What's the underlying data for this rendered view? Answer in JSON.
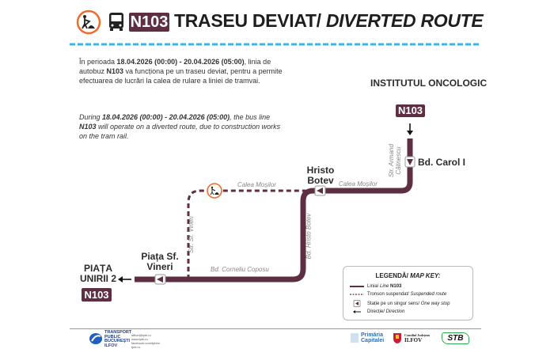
{
  "header": {
    "line": "N103",
    "title_ro": "TRASEU DEVIAT/",
    "title_en": "DIVERTED ROUTE"
  },
  "notice": {
    "ro": [
      "În perioada ",
      "18.04.2026 (00:00) - 20.04.2026 (05:00)",
      ", linia de autobuz ",
      "N103",
      " va funcționa pe un traseu deviat, pentru a permite efectuarea de lucrări la calea de rulare a liniei de tramvai."
    ],
    "en": [
      "During ",
      "18.04.2026 (00:00) - 20.04.2026 (05:00)",
      ", the bus line ",
      "N103",
      " will operate on a diverted route, due to construction works on the tram rail."
    ]
  },
  "map": {
    "terminus_start": {
      "name": "INSTITUTUL ONCOLOGIC",
      "line": "N103"
    },
    "terminus_end": {
      "name": "PIAȚA UNIRII 2",
      "line": "N103"
    },
    "stops": [
      "Bd. Carol I",
      "Hristo Botev",
      "Piața Sf. Vineri"
    ],
    "streets": {
      "calea_mosilor": "Calea Moșilor",
      "coposu": "Bd. Corneliu Coposu",
      "sf_vineri": "Str. Sf. Vineri",
      "hristo_botev": "Bd. Hristo Botev",
      "armand_1": "Str. Armand",
      "armand_2": "Călinescu"
    },
    "colors": {
      "route": "#5e2f43",
      "work": "#ef6c2b",
      "accent": "#3fb4e5"
    }
  },
  "legend": {
    "title_ro": "LEGENDĂ/",
    "title_en": "MAP KEY:",
    "items": [
      {
        "ro": "Linia/ ",
        "en": "Line",
        "extra": " N103"
      },
      {
        "ro": "Tronson suspendat/ ",
        "en": "Suspended route",
        "extra": ""
      },
      {
        "ro": "Stație pe un singur sens/ ",
        "en": "One way stop",
        "extra": ""
      },
      {
        "ro": "Direcție/ ",
        "en": "Direction",
        "extra": ""
      }
    ]
  },
  "footer": {
    "tpbi": [
      "TRANSPORT",
      "PUBLIC",
      "BUCUREȘTI",
      "ILFOV"
    ],
    "contacts": [
      "office@tpbi.ro",
      "www.tpbi.ro",
      "facebook.com/tpbiro",
      "tpbi.ro"
    ],
    "pmb": [
      "Primăria",
      "Capitalei"
    ],
    "cj": [
      "Consiliul Județean",
      "ILFOV"
    ],
    "stb": "STB"
  }
}
